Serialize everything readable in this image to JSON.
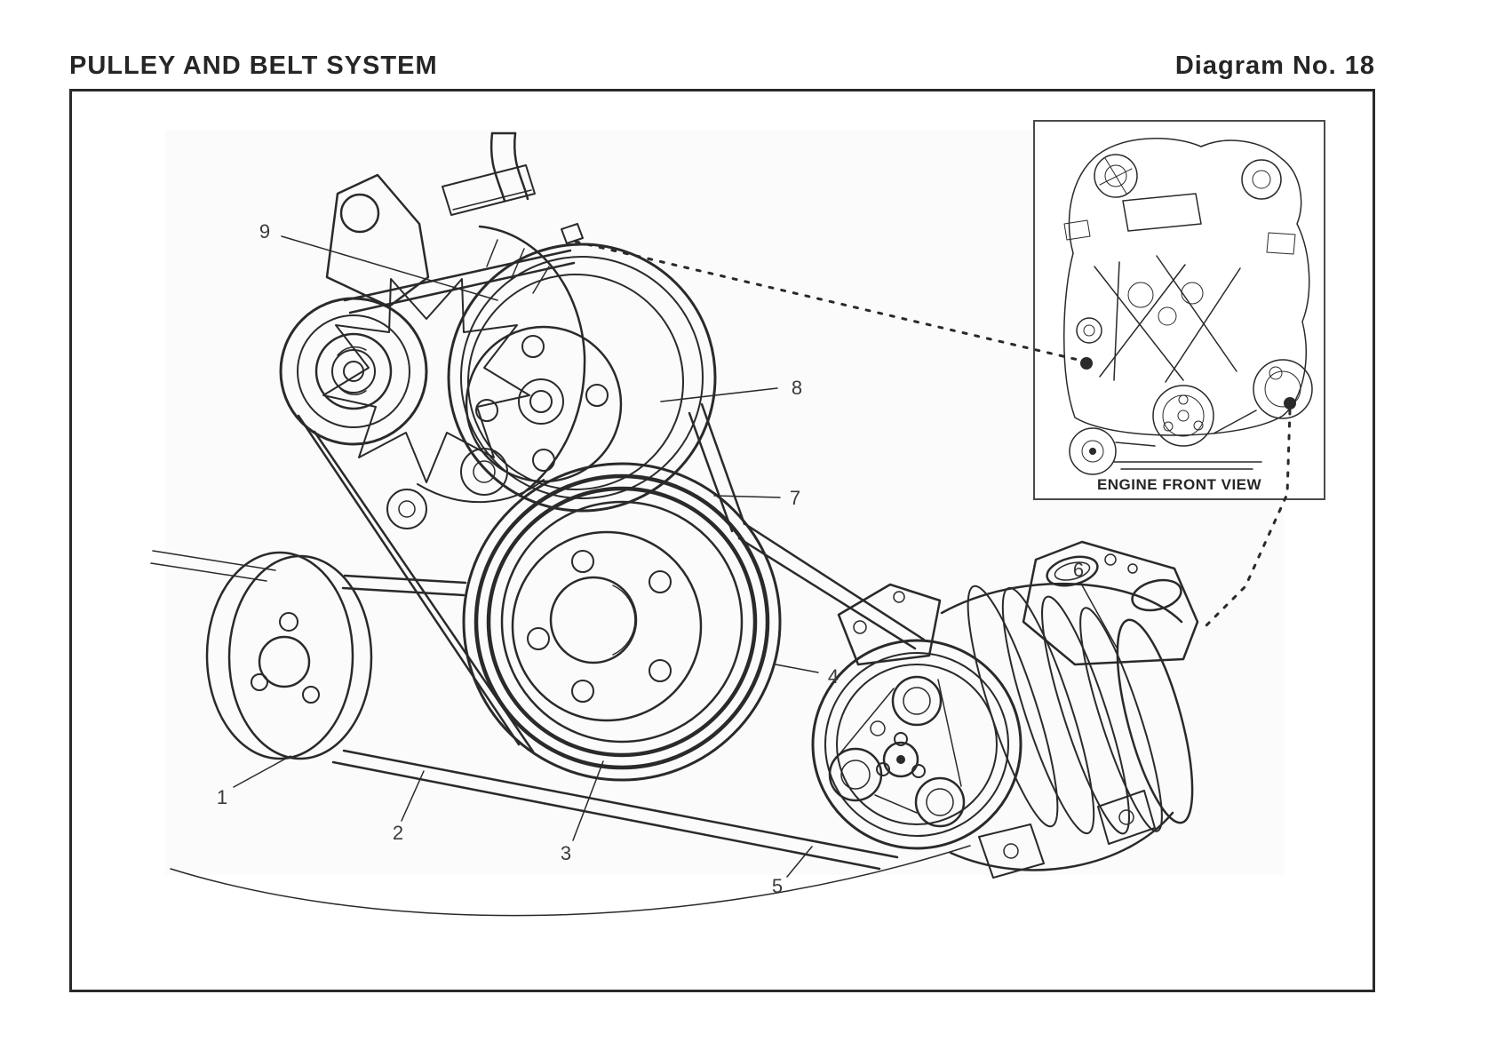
{
  "header": {
    "title": "PULLEY AND BELT SYSTEM",
    "diagram_no": "Diagram No. 18"
  },
  "inset": {
    "caption": "ENGINE FRONT VIEW"
  },
  "callouts": {
    "c1": "1",
    "c2": "2",
    "c3": "3",
    "c4": "4",
    "c5": "5",
    "c6": "6",
    "c7": "7",
    "c8": "8",
    "c9": "9"
  },
  "colors": {
    "page_bg": "#ffffff",
    "line_color": "#2a2a2a",
    "label_color": "#3a3a3a",
    "frame_border": "#2a2a2a",
    "inset_border": "#4a4a4a",
    "backdrop": "#fbfbfb"
  }
}
